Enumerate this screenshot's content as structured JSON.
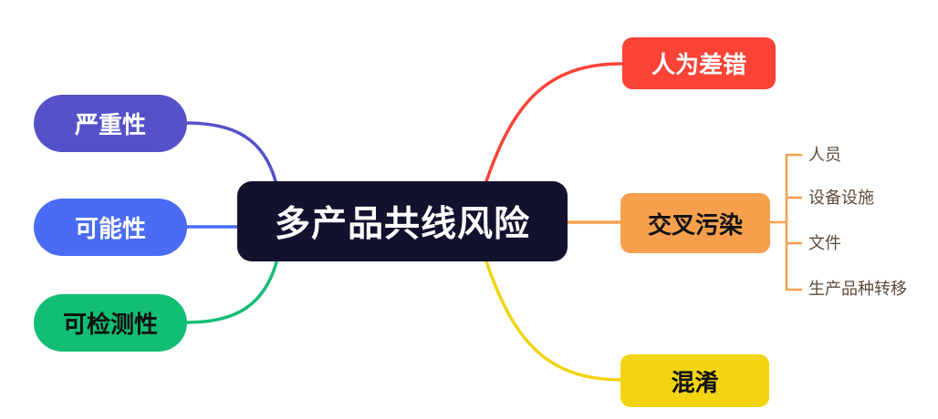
{
  "canvas_bg": "#ffffff",
  "central": {
    "label": "多产品共线风险",
    "bg": "#12122f",
    "text_color": "#ffffff"
  },
  "left_branches": [
    {
      "label": "严重性",
      "bg": "#5551c9",
      "text_color": "#ffffff"
    },
    {
      "label": "可能性",
      "bg": "#4a6cf5",
      "text_color": "#ffffff"
    },
    {
      "label": "可检测性",
      "bg": "#12bd74",
      "text_color": "#111111"
    }
  ],
  "right_branches": [
    {
      "label": "人为差错",
      "bg": "#fb4336",
      "text_color": "#ffffff"
    },
    {
      "label": "交叉污染",
      "bg": "#f6a04e",
      "text_color": "#111111",
      "child_text_color": "#5d4a3a",
      "children": [
        "人员",
        "设备设施",
        "文件",
        "生产品种转移"
      ]
    },
    {
      "label": "混淆",
      "bg": "#f2d411",
      "text_color": "#111111"
    }
  ]
}
